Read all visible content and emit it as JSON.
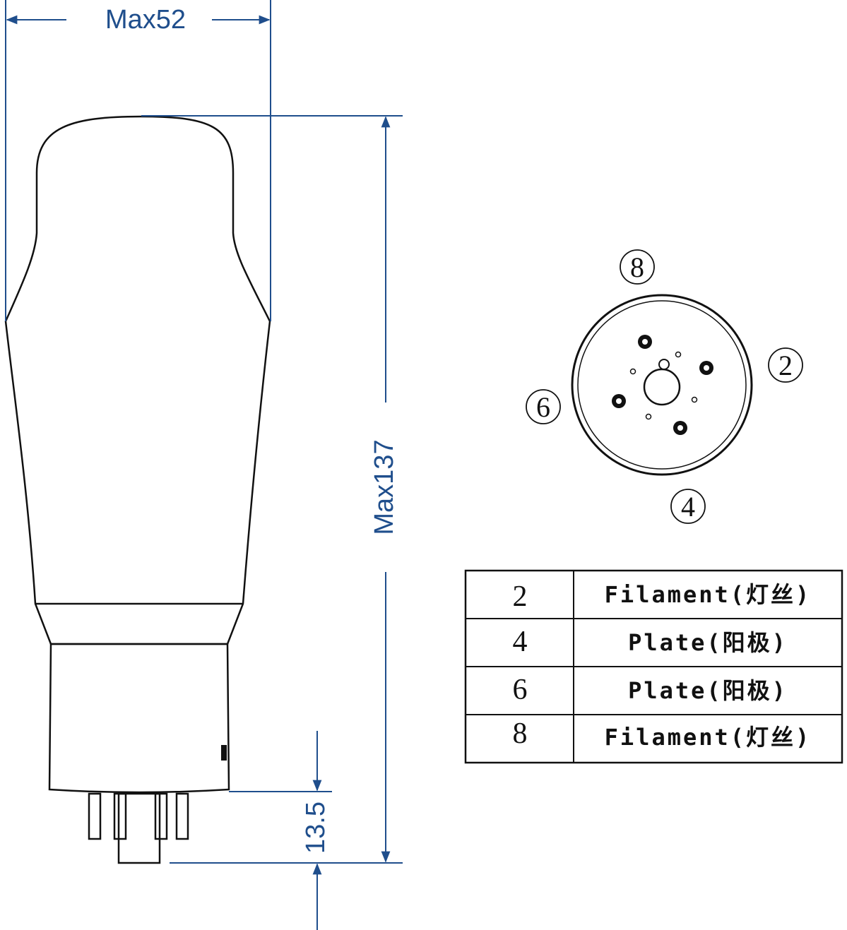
{
  "dimensions": {
    "width_label": "Max52",
    "height_label": "Max137",
    "pin_length_label": "13.5"
  },
  "socket_pins": [
    {
      "number": "8",
      "label": "8"
    },
    {
      "number": "2",
      "label": "2"
    },
    {
      "number": "6",
      "label": "6"
    },
    {
      "number": "4",
      "label": "4"
    }
  ],
  "pin_table": {
    "rows": [
      {
        "pin": "2",
        "function": "Filament(灯丝)"
      },
      {
        "pin": "4",
        "function": "Plate(阳极)"
      },
      {
        "pin": "6",
        "function": "Plate(阳极)"
      },
      {
        "pin": "8",
        "function": "Filament(灯丝)"
      }
    ]
  },
  "colors": {
    "dimension": "#1f4e8c",
    "outline": "#111111"
  }
}
